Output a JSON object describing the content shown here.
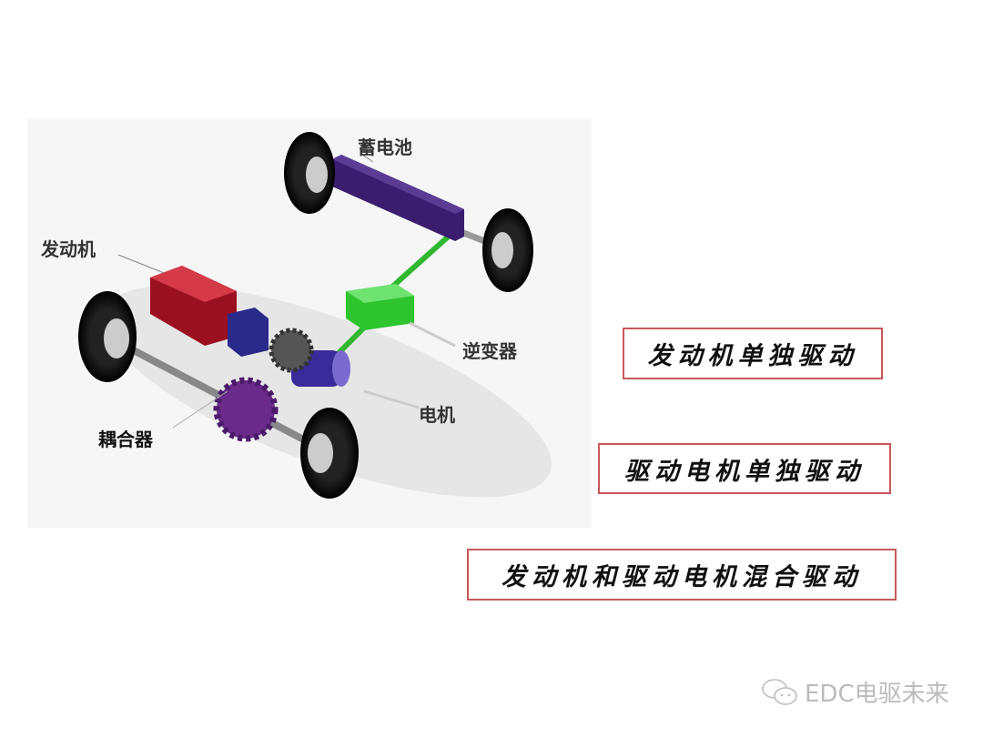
{
  "diagram": {
    "labels": {
      "battery": "蓄电池",
      "engine": "发动机",
      "inverter": "逆变器",
      "motor": "电机",
      "coupler": "耦合器"
    },
    "colors": {
      "battery": "#3a1d6e",
      "engine": "#9b1020",
      "inverter": "#2ec42e",
      "coupler": "#6a2a8a",
      "motor": "#2a2a8a"
    }
  },
  "modes": [
    "发动机单独驱动",
    "驱动电机单独驱动",
    "发动机和驱动电机混合驱动"
  ],
  "watermark": {
    "icon": "wechat-icon",
    "text": "EDC电驱未来"
  }
}
